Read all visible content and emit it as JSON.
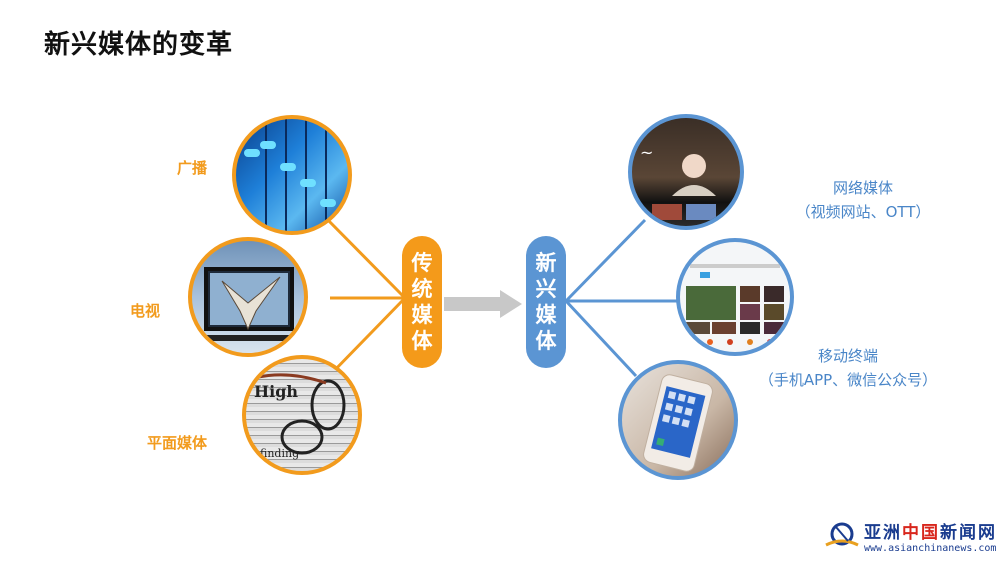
{
  "title": "新兴媒体的变革",
  "traditional": {
    "pill_chars": [
      "传",
      "统",
      "媒",
      "体"
    ],
    "pill_color": "#f49a1a",
    "items": [
      {
        "label": "广播",
        "image": "audio-mixer-sliders"
      },
      {
        "label": "电视",
        "image": "tv-with-eagle"
      },
      {
        "label": "平面媒体",
        "image": "newspaper-with-glasses"
      }
    ]
  },
  "emerging": {
    "pill_chars": [
      "新",
      "兴",
      "媒",
      "体"
    ],
    "pill_color": "#5b95d3",
    "items": [
      {
        "label": "网络媒体",
        "sublabel": "（视频网站、OTT）",
        "image": "video-streaming-app"
      },
      {
        "label": "",
        "sublabel": "",
        "image": "video-website"
      },
      {
        "label": "移动终端",
        "sublabel": "（手机APP、微信公众号）",
        "image": "smartphone-in-hand"
      }
    ]
  },
  "arrow": {
    "color": "#c8c8c8",
    "direction": "right"
  },
  "watermark": {
    "name_parts": [
      "亚洲",
      "中国",
      "新闻网"
    ],
    "url": "www.asianchinanews.com"
  }
}
